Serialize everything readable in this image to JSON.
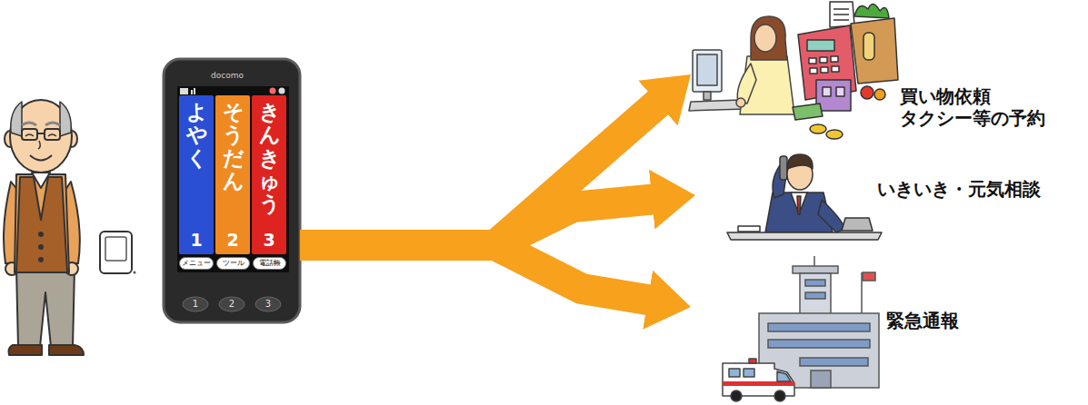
{
  "diagram": {
    "nodes": [
      {
        "text": [
          "docomo"
        ]
      },
      {
        "text": [
          "よやく",
          "1"
        ],
        "in": 0
      },
      {
        "text": [
          "そうだん",
          "2"
        ],
        "in": 0
      },
      {
        "text": [
          "きんきゅう",
          "3"
        ],
        "in": 0
      },
      {
        "text": [
          "メニュー"
        ],
        "in": 0
      },
      {
        "text": [
          "ツール"
        ],
        "in": 0
      },
      {
        "text": [
          "電話帳"
        ],
        "in": 0
      },
      {
        "text": [
          "買い物依頼",
          "タクシー等の予約"
        ]
      },
      {
        "text": [
          "いきいき・元気相談"
        ]
      },
      {
        "text": [
          "緊急通報"
        ]
      }
    ],
    "edges": [
      {
        "from": 0,
        "to": 7,
        "arrow": "to"
      },
      {
        "from": 0,
        "to": 8,
        "arrow": "to"
      },
      {
        "from": 0,
        "to": 9,
        "arrow": "to"
      }
    ],
    "labels": [
      "1",
      "2",
      "3"
    ]
  }
}
